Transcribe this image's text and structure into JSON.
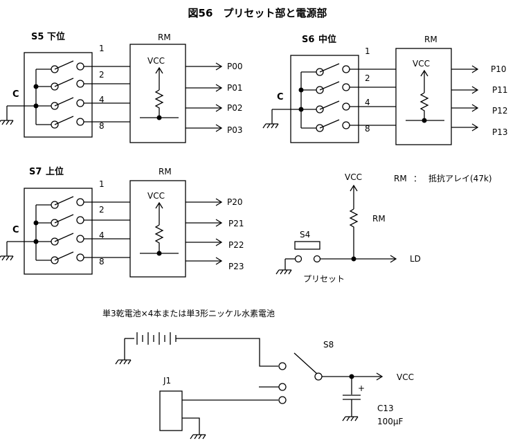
{
  "title": "図56　プリセット部と電源部",
  "switch_blocks": [
    {
      "name": "S5",
      "position": "下位",
      "common": "C",
      "pins": [
        "1",
        "2",
        "4",
        "8"
      ],
      "ic": "RM",
      "vcc": "VCC",
      "outputs": [
        "P00",
        "P01",
        "P02",
        "P03"
      ]
    },
    {
      "name": "S6",
      "position": "中位",
      "common": "C",
      "pins": [
        "1",
        "2",
        "4",
        "8"
      ],
      "ic": "RM",
      "vcc": "VCC",
      "outputs": [
        "P10",
        "P11",
        "P12",
        "P13"
      ]
    },
    {
      "name": "S7",
      "position": "上位",
      "common": "C",
      "pins": [
        "1",
        "2",
        "4",
        "8"
      ],
      "ic": "RM",
      "vcc": "VCC",
      "outputs": [
        "P20",
        "P21",
        "P22",
        "P23"
      ]
    }
  ],
  "legend": {
    "key": "RM",
    "sep": "：",
    "desc": "抵抗アレイ(47k)"
  },
  "preset": {
    "vcc": "VCC",
    "resistor": "RM",
    "switch": "S4",
    "switch_label": "プリセット",
    "output": "LD"
  },
  "power": {
    "battery_note": "単3乾電池×4本または単3形ニッケル水素電池",
    "switch": "S8",
    "jack": "J1",
    "vcc": "VCC",
    "cap_polarity": "+",
    "capacitor": "C13",
    "capacitance": "100μF"
  }
}
